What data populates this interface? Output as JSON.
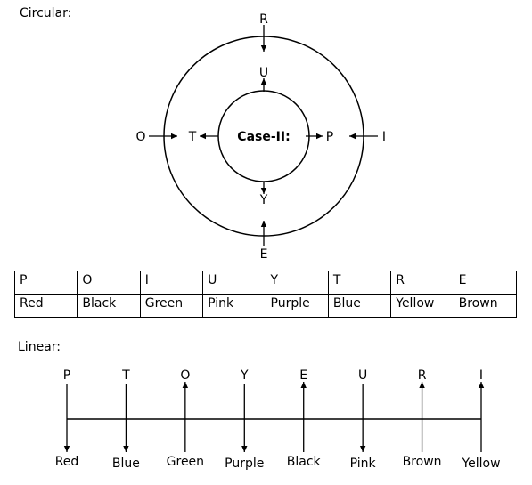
{
  "circular": {
    "heading": "Circular:",
    "center_label": "Case-II:",
    "outer": {
      "top": "R",
      "left": "O",
      "right": "I",
      "bottom": "E"
    },
    "inner": {
      "top": "U",
      "left": "T",
      "right": "P",
      "bottom": "Y"
    }
  },
  "table": {
    "letters": [
      "P",
      "O",
      "I",
      "U",
      "Y",
      "T",
      "R",
      "E"
    ],
    "colors": [
      "Red",
      "Black",
      "Green",
      "Pink",
      "Purple",
      "Blue",
      "Yellow",
      "Brown"
    ]
  },
  "linear": {
    "heading": "Linear:",
    "people": [
      {
        "letter": "P",
        "color": "Red",
        "facing": "down"
      },
      {
        "letter": "T",
        "color": "Blue",
        "facing": "down"
      },
      {
        "letter": "O",
        "color": "Green",
        "facing": "up"
      },
      {
        "letter": "Y",
        "color": "Purple",
        "facing": "down"
      },
      {
        "letter": "E",
        "color": "Black",
        "facing": "up"
      },
      {
        "letter": "U",
        "color": "Pink",
        "facing": "down"
      },
      {
        "letter": "R",
        "color": "Brown",
        "facing": "up"
      },
      {
        "letter": "I",
        "color": "Yellow",
        "facing": "up"
      }
    ]
  }
}
